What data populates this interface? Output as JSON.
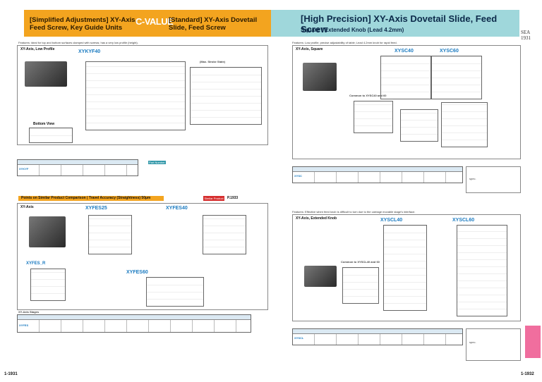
{
  "header": {
    "left_title_a": "[Simplified Adjustments] XY-Axis,\nFeed Screw, Key Guide Units",
    "left_logo": "C-VALUE",
    "left_title_b": "[Standard] XY-Axis Dovetail\nSlide, Feed Screw",
    "right_title": "[High Precision] XY-Axis Dovetail Slide, Feed Screw",
    "right_subtitle": "Square / Extended Knob (Lead 4.2mm)"
  },
  "side_code": "SEA\n1931",
  "features_left": "Features: ideal for top and bottom surfaces clamped with screws; has a very low profile (height).",
  "features_right": "Features: Low profile; precise adjustability of table; Lead 4.2mm knob for rapid feed.",
  "features_bottom_right": "Features: Effective when feed knob is difficult to turn due to the carriage movable stage's interface.",
  "panels": {
    "xy_low": {
      "title": "XY-Axis, Low Profile",
      "model": "XYKYF40",
      "stroke": "(Max. Stroke State)",
      "bottom_view": "Bottom View"
    },
    "xy_square": {
      "title": "XY-Axis, Square",
      "model_a": "XYSC40",
      "model_b": "XYSC60",
      "common": "Common to XYSC40 and 60"
    },
    "xy_axis": {
      "title": "XY-Axis",
      "model_a": "XYFES25",
      "model_b": "XYFES40",
      "model_c": "XYFES60",
      "usage": "XYFES_R"
    },
    "xy_ext": {
      "title": "XY-Axis, Extended Knob",
      "model_a": "XYSCL40",
      "model_b": "XYSCL60",
      "common": "Common to XYSCL40 and 60"
    }
  },
  "banner": "Points on Similar Product Comparison | Travel Accuracy (Straightness) 50µm",
  "banner_btn": "Similar Product Pages",
  "banner_page": "P.1933",
  "page_left": "1-1931",
  "page_right": "1-1932",
  "tables": {
    "low_label": "Part Number",
    "low_model": "XYKYF",
    "mid_label": "XY-Axis Stages",
    "mid_model": "XYFES",
    "sq_model": "XYSC",
    "ext_model": "XYSCL",
    "spec_label": "spec."
  }
}
